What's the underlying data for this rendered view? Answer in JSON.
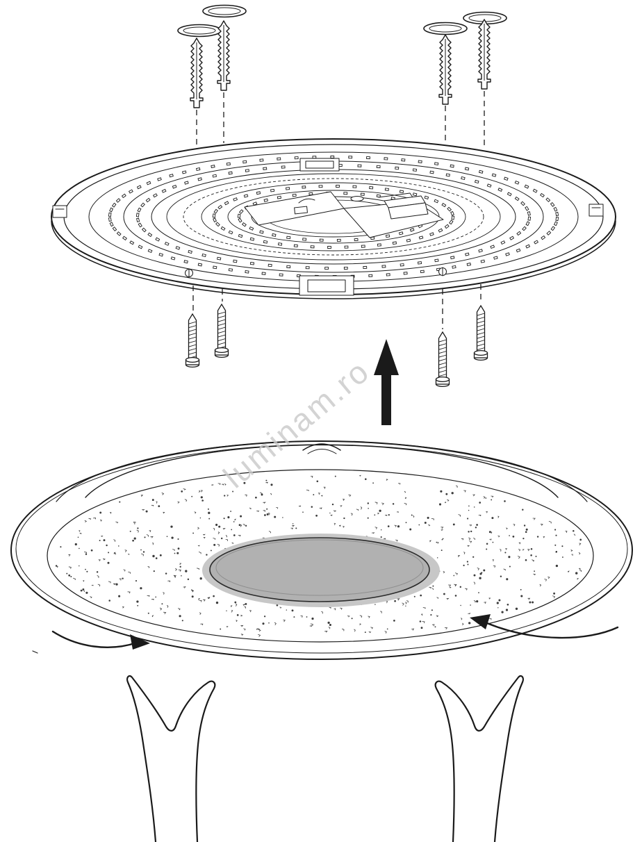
{
  "diagram": {
    "watermark": "luminam.ro",
    "colors": {
      "line": "#1a1a1a",
      "background": "#ffffff",
      "disc_fill": "#b1b1b1",
      "disc_halo": "#c7c7c7",
      "disc_outline": "#2b2b2b",
      "disc_inner_line": "#8f8f8f",
      "watermark": "#c9c9c9"
    },
    "parts": {
      "ceiling_caps": 4,
      "wall_plugs": 4,
      "mounting_plate": 1,
      "led_rings": 4,
      "screws": 4,
      "alignment_guides": 8,
      "lift_arrow": 1,
      "diffuser": 1,
      "center_disc": 1,
      "rotate_arrows": 2,
      "hands": 2
    }
  }
}
